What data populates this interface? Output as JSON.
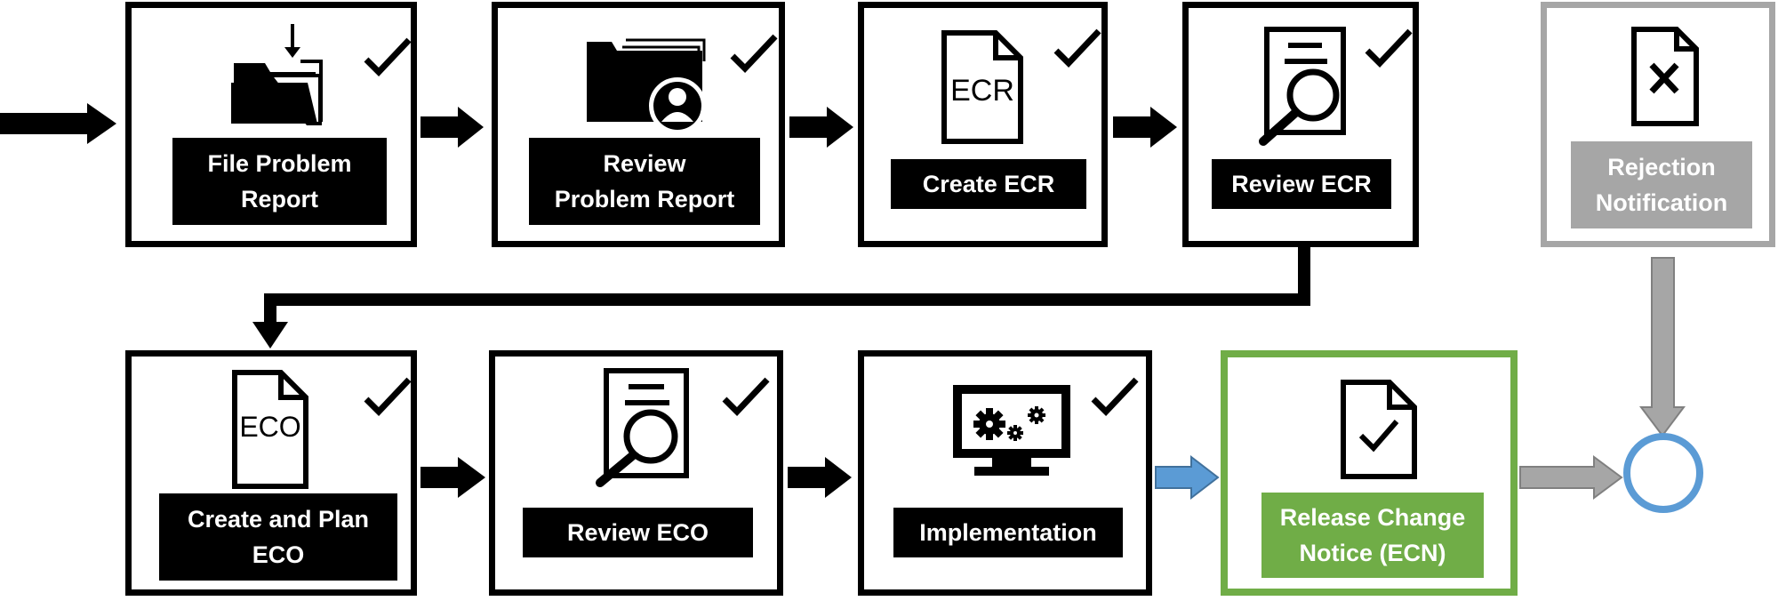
{
  "steps": [
    {
      "id": "file-problem-report",
      "label": "File Problem\nReport",
      "icon": "folder-download-icon",
      "checked": true
    },
    {
      "id": "review-problem-report",
      "label": "Review\nProblem Report",
      "icon": "folder-user-icon",
      "checked": true
    },
    {
      "id": "create-ecr",
      "label": "Create ECR",
      "icon": "document-ecr-icon",
      "icon_text": "ECR",
      "checked": true
    },
    {
      "id": "review-ecr",
      "label": "Review ECR",
      "icon": "document-magnifier-icon",
      "checked": true
    },
    {
      "id": "rejection-notification",
      "label": "Rejection\nNotification",
      "icon": "document-reject-icon",
      "checked": false
    },
    {
      "id": "create-and-plan-eco",
      "label": "Create and Plan\nECO",
      "icon": "document-eco-icon",
      "icon_text": "ECO",
      "checked": true
    },
    {
      "id": "review-eco",
      "label": "Review ECO",
      "icon": "document-magnifier-icon",
      "checked": true
    },
    {
      "id": "implementation",
      "label": "Implementation",
      "icon": "monitor-gears-icon",
      "checked": true
    },
    {
      "id": "release-change-notice",
      "label": "Release Change\nNotice (ECN)",
      "icon": "document-check-icon",
      "checked": false
    }
  ],
  "colors": {
    "active": "#000000",
    "rejected": "#a6a6a6",
    "released": "#70ad47",
    "flow_highlight": "#5b9bd5",
    "end_node_fill": "#ffffff",
    "end_node_stroke": "#5b9bd5"
  },
  "end_node": {
    "icon": "end-circle-icon"
  }
}
